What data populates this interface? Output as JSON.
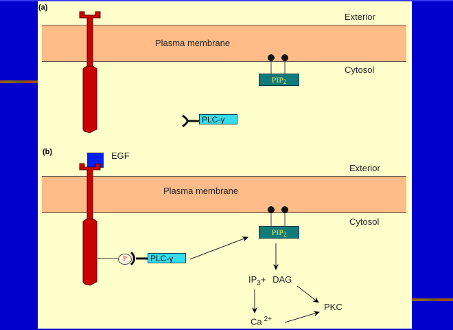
{
  "panel_a": {
    "tag": "(a)",
    "exterior_label": "Exterior",
    "membrane_label": "Plasma membrane",
    "cytosol_label": "Cytosol",
    "pip_label": "PIP",
    "pip_sub": "2",
    "plc_label": "PLC-γ"
  },
  "panel_b": {
    "tag": "(b)",
    "egf_label": "EGF",
    "exterior_label": "Exterior",
    "membrane_label": "Plasma membrane",
    "cytosol_label": "Cytosol",
    "pip_label": "PIP",
    "pip_sub": "2",
    "phospho_label": "P",
    "plc_label": "PLC-γ",
    "ip3_label": "IP",
    "ip3_sub": "3",
    "plus": "+",
    "dag_label": "DAG",
    "pkc_label": "PKC",
    "ca_label": "Ca",
    "ca_sup": "2+"
  },
  "colors": {
    "background": "#0000cc",
    "panel": "#ffffcc",
    "membrane": "#ffbb88",
    "receptor": "#cc0000",
    "pip": "#127a7a",
    "plc": "#33ddee",
    "egf": "#0022ee"
  }
}
